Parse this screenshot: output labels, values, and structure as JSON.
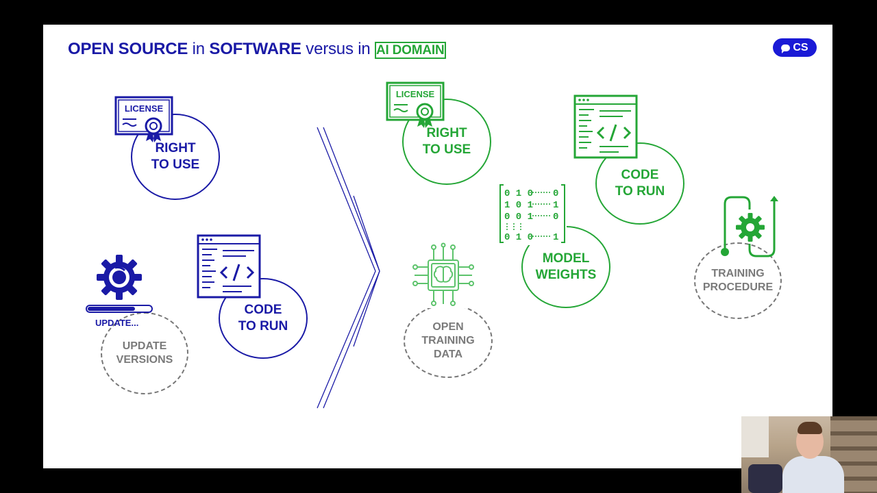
{
  "title": {
    "part1": "OPEN SOURCE",
    "part2": " in ",
    "part3": "SOFTWARE",
    "part4": " versus in ",
    "part5": "AI DOMAIN"
  },
  "logo": {
    "text": "CS"
  },
  "software": {
    "license_label": "LICENSE",
    "right_to_use": [
      "RIGHT",
      "TO USE"
    ],
    "code_to_run": [
      "CODE",
      "TO RUN"
    ],
    "update_versions": [
      "UPDATE",
      "VERSIONS"
    ],
    "update_progress_label": "UPDATE...",
    "update_progress": 0.75
  },
  "ai": {
    "license_label": "LICENSE",
    "right_to_use": [
      "RIGHT",
      "TO USE"
    ],
    "code_to_run": [
      "CODE",
      "TO RUN"
    ],
    "model_weights": [
      "MODEL",
      "WEIGHTS"
    ],
    "open_training_data": [
      "OPEN",
      "TRAINING",
      "DATA"
    ],
    "training_procedure": [
      "TRAINING",
      "PROCEDURE"
    ],
    "weights_matrix": [
      "0 1 0",
      "1 0 1",
      "0 0 1",
      "0 1 0"
    ],
    "weights_right": [
      "0",
      "1",
      "0",
      "1"
    ]
  },
  "colors": {
    "blue": "#1a1aa6",
    "green": "#24a636",
    "grey": "#777777"
  }
}
